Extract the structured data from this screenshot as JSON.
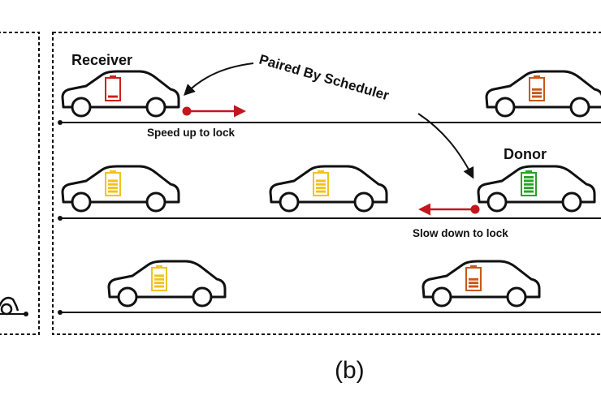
{
  "labels": {
    "receiver": "Receiver",
    "donor": "Donor",
    "paired": "Paired By Scheduler",
    "speed_up": "Speed up to lock",
    "slow_down": "Slow down to lock",
    "caption": "(b)"
  },
  "colors": {
    "ink": "#111111",
    "arrow_red": "#c0181e",
    "battery_empty_red": "#cc1f1f",
    "battery_yellow": "#f2c21b",
    "battery_green": "#2aa12a",
    "battery_orange": "#c8581b"
  },
  "cars": [
    {
      "id": "receiver",
      "battery": "battery_empty_red",
      "level": 0.15
    },
    {
      "id": "lane1-right",
      "battery": "battery_orange",
      "level": 0.6
    },
    {
      "id": "lane2-left",
      "battery": "battery_yellow",
      "level": 0.8
    },
    {
      "id": "lane2-mid",
      "battery": "battery_yellow",
      "level": 0.8
    },
    {
      "id": "donor",
      "battery": "battery_green",
      "level": 1.0
    },
    {
      "id": "lane3-left",
      "battery": "battery_yellow",
      "level": 0.8
    },
    {
      "id": "lane3-right",
      "battery": "battery_orange",
      "level": 0.6
    }
  ]
}
